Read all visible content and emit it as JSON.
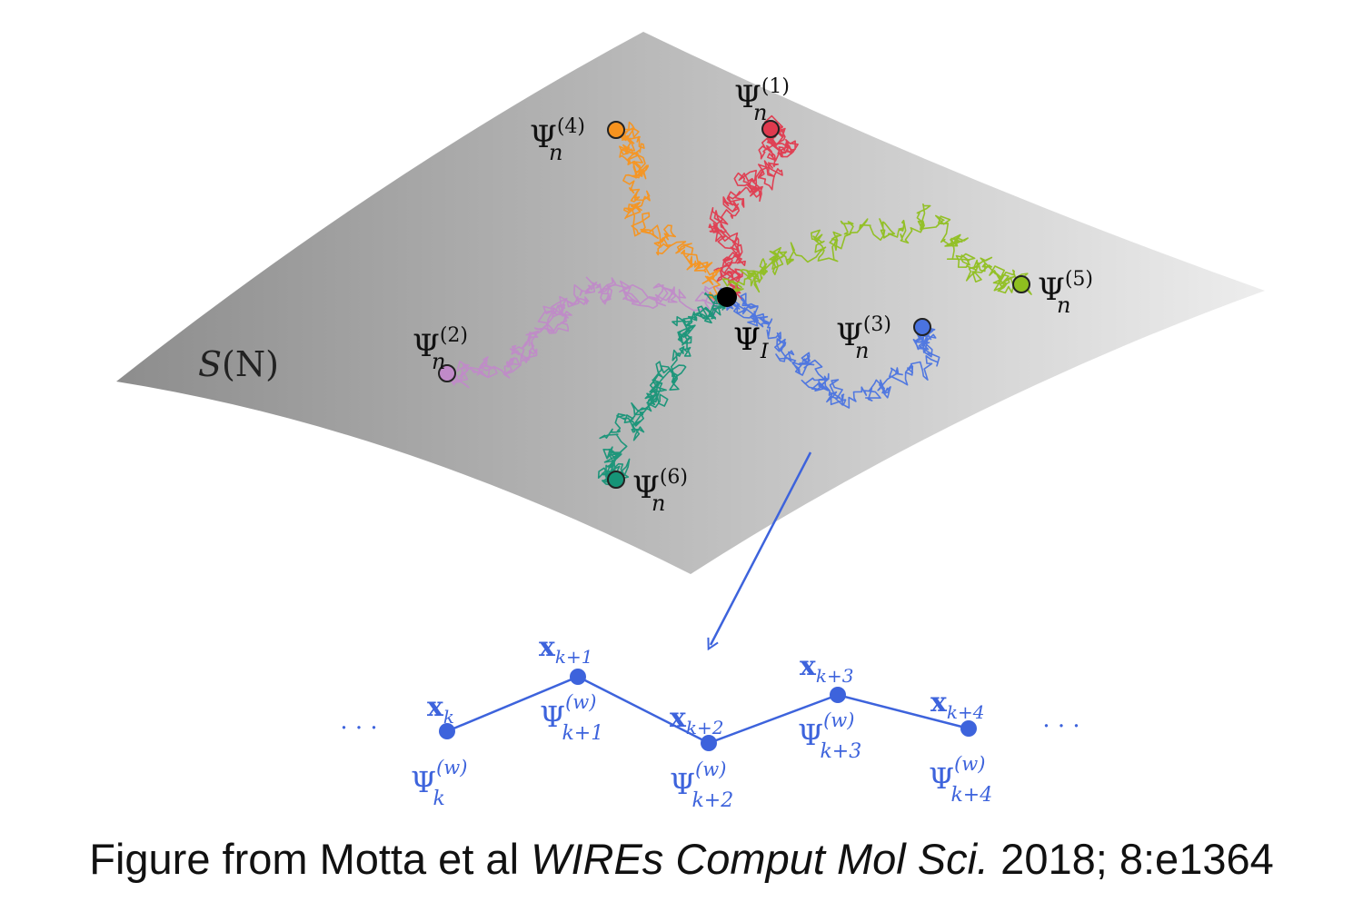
{
  "diagram": {
    "manifold_label": {
      "script": "S",
      "args": "(N)"
    },
    "initial_state": {
      "base": "Ψ",
      "sub": "I",
      "color": "#000000"
    },
    "walker_symbol": "Ψ",
    "walker_subscript": "n",
    "walkers": [
      {
        "index": "(1)",
        "color": "#e03a4e"
      },
      {
        "index": "(2)",
        "color": "#c08ac8"
      },
      {
        "index": "(3)",
        "color": "#4a73e0"
      },
      {
        "index": "(4)",
        "color": "#f7931e"
      },
      {
        "index": "(5)",
        "color": "#8fbf1f"
      },
      {
        "index": "(6)",
        "color": "#169477"
      }
    ],
    "chain_color": "#3d63dc",
    "chain_ellipsis": "· · ·",
    "chain_nodes": [
      {
        "x_sub": "k",
        "psi_sub": "k",
        "psi_sup": "(w)"
      },
      {
        "x_sub": "k+1",
        "psi_sub": "k+1",
        "psi_sup": "(w)"
      },
      {
        "x_sub": "k+2",
        "psi_sub": "k+2",
        "psi_sup": "(w)"
      },
      {
        "x_sub": "k+3",
        "psi_sub": "k+3",
        "psi_sup": "(w)"
      },
      {
        "x_sub": "k+4",
        "psi_sub": "k+4",
        "psi_sup": "(w)"
      }
    ],
    "chain_x_symbol": "x"
  },
  "caption": {
    "prefix": "Figure from Motta et al ",
    "journal": "WIREs Comput Mol Sci.",
    "suffix": " 2018; 8:e1364"
  }
}
